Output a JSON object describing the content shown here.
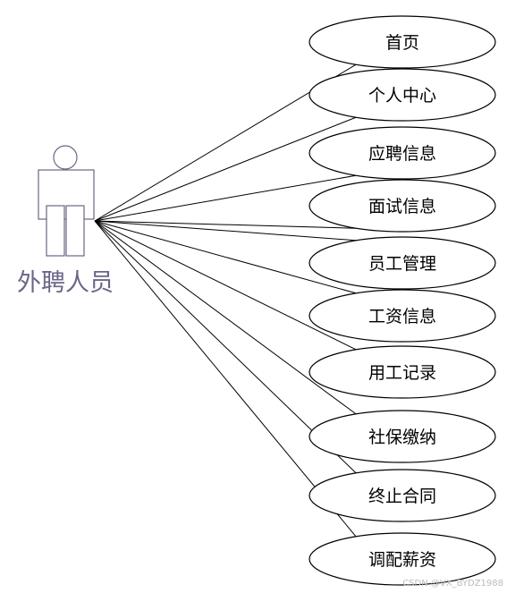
{
  "actor": {
    "label": "外聘人员",
    "icon": "stick-figure-icon"
  },
  "use_cases": [
    {
      "id": "home",
      "label": "首页"
    },
    {
      "id": "personal-center",
      "label": "个人中心"
    },
    {
      "id": "application-info",
      "label": "应聘信息"
    },
    {
      "id": "interview-info",
      "label": "面试信息"
    },
    {
      "id": "employee-management",
      "label": "员工管理"
    },
    {
      "id": "salary-info",
      "label": "工资信息"
    },
    {
      "id": "employment-records",
      "label": "用工记录"
    },
    {
      "id": "social-security",
      "label": "社保缴纳"
    },
    {
      "id": "contract-termination",
      "label": "终止合同"
    },
    {
      "id": "salary-adjustment",
      "label": "调配薪资"
    }
  ],
  "watermark": "CSDN @VX_BYDZ1988",
  "colors": {
    "actor": "#6b6687",
    "lines": "#000000"
  }
}
